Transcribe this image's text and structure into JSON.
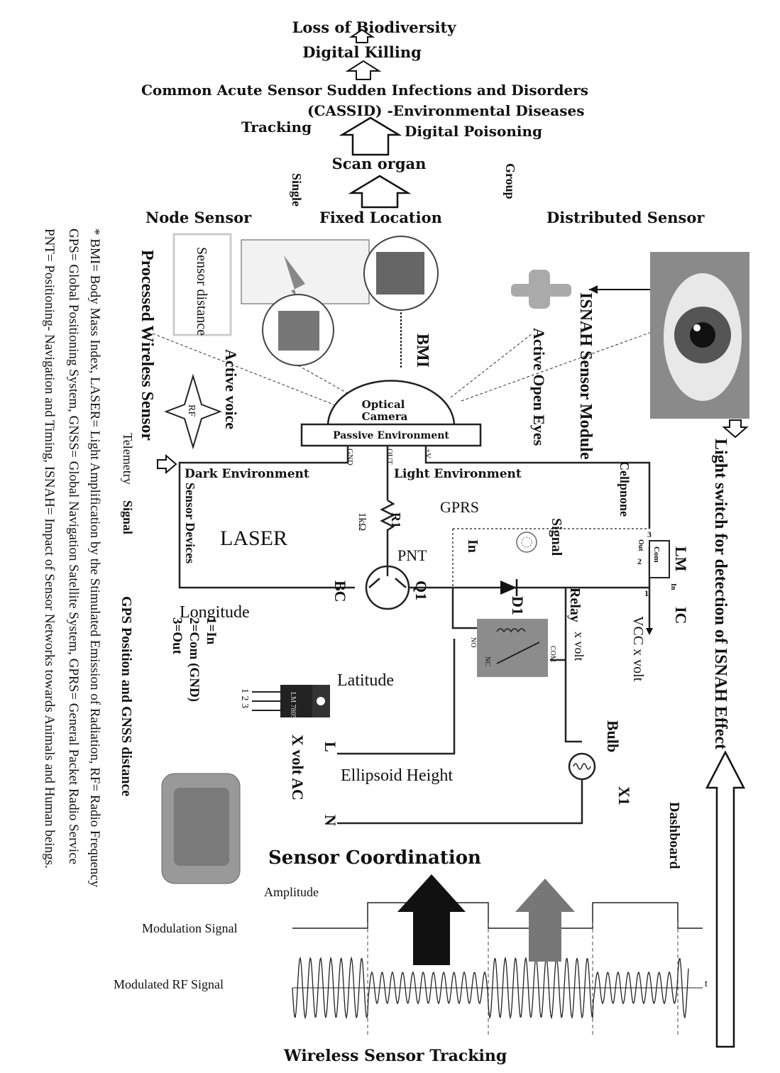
{
  "top": {
    "loss": "Loss of Biodiversity",
    "killing": "Digital Killing",
    "cassid1": "Common Acute Sensor Sudden Infections and Disorders",
    "cassid2": "(CASSID) -Environmental Diseases",
    "tracking": "Tracking",
    "poisoning": "Digital Poisoning",
    "scan": "Scan organ",
    "single": "Single",
    "group": "Group",
    "node": "Node Sensor",
    "fixed": "Fixed Location",
    "distributed": "Distributed Sensor"
  },
  "footnote": {
    "line1": "* BMI= Body Mass Index, LASER= Light Amplification by the Stimulated Emission of Radiation, RF= Radio Frequency",
    "line2": "GPS= Global Positioning System,    GNSS= Global Navigation Satellite System, GPRS= General Packet Radio Service",
    "line3": "PNT= Positioning- Navigation and Timing,  ISNAH= Impact of Sensor Networks towards Animals and Human beings."
  },
  "left": {
    "processed": "Processed Wireless Sensor",
    "sensor_distance": "Sensor distance",
    "active_voice": "Active voice",
    "rf": "RF",
    "telemetry": "Telemetry",
    "signal": "Signal",
    "sensor_devices": "Sensor Devices",
    "gps": "GPS Position and GNSS distance",
    "pin1": "1=In",
    "pin2": "2=Com (GND)",
    "pin3": "3=Out",
    "pins": "1 2 3",
    "reg": "LM 7805",
    "xvolt_ac": "X volt AC"
  },
  "camera": {
    "optical": "Optical",
    "camera": "Camera",
    "passive": "Passive Environment",
    "gnd": "GND",
    "out": "OUT",
    "plus": "+V",
    "bmi": "BMI",
    "active_eyes": "Active Open Eyes",
    "isnah": "ISNAH Sensor Module"
  },
  "circuit": {
    "dark": "Dark Environment",
    "light": "Light Environment",
    "gprs": "GPRS",
    "laser": "LASER",
    "r1": "R1",
    "r1_val": "1kΩ",
    "pnt": "PNT",
    "in": "In",
    "signal": "Signal",
    "cellphone": "Cellpnone",
    "bc": "BC",
    "q1": "Q1",
    "d1": "D1",
    "relay": "Relay",
    "x_volt": "x volt",
    "vcc": "VCC x volt",
    "lm": "LM",
    "ic": "IC",
    "com": "Com",
    "ic_out": "Out",
    "ic_in": "In",
    "n3": "3",
    "n2": "2",
    "n1": "1",
    "no": "NO",
    "nc": "NC",
    "com2": "COM",
    "longitude": "Longitude",
    "latitude": "Latitude",
    "ellipsoid": "Ellipsoid Height",
    "l": "L",
    "n": "N",
    "bulb": "Bulb",
    "x1": "X1"
  },
  "right": {
    "light_switch": "Light switch for detection of ISNAH Effect",
    "dashboard": "Dashboard"
  },
  "bottom": {
    "coordination": "Sensor Coordination",
    "amplitude": "Amplitude",
    "modulation": "Modulation Signal",
    "modulated": "Modulated RF Signal",
    "t": "t",
    "wireless": "Wireless Sensor Tracking"
  }
}
